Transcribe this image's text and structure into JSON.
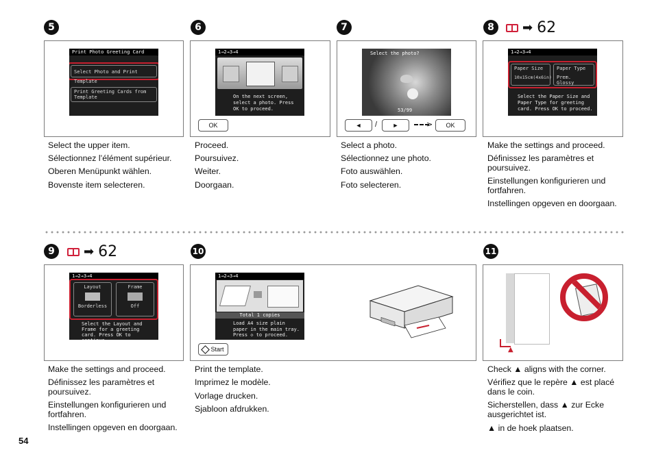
{
  "page_number": "54",
  "ref_page": "62",
  "steps": {
    "s5": {
      "num": "5",
      "lcd": {
        "header": "Print Photo Greeting Card",
        "option1": "Select Photo and Print Template",
        "option2": "Print Greeting Cards from Template"
      },
      "lines": [
        "Select the upper item.",
        "Sélectionnez l’élément supérieur.",
        "Oberen Menüpunkt wählen.",
        "Bovenste item selecteren."
      ]
    },
    "s6": {
      "num": "6",
      "lcd": {
        "header": "1→2→3→4",
        "text": "On the next screen, select a photo. Press OK to proceed."
      },
      "button": "OK",
      "lines": [
        "Proceed.",
        "Poursuivez.",
        "Weiter.",
        "Doorgaan."
      ]
    },
    "s7": {
      "num": "7",
      "lcd": {
        "header": "Select the photo?",
        "counter": "53/99"
      },
      "buttons": {
        "left": "◄",
        "slash": "/",
        "right": "►",
        "ok": "OK"
      },
      "lines": [
        "Select a photo.",
        "Sélectionnez une photo.",
        "Foto auswählen.",
        "Foto selecteren."
      ]
    },
    "s8": {
      "num": "8",
      "lcd": {
        "header": "1→2→3→4",
        "size_label": "Paper Size",
        "size_value": "10x15cm(4x6in)",
        "type_label": "Paper Type",
        "type_value": "Prem. Glossy",
        "text": "Select the Paper Size and Paper Type for greeting card. Press OK to proceed."
      },
      "lines": [
        "Make the settings and proceed.",
        "Définissez les paramètres et poursuivez.",
        "Einstellungen konfigurieren und fortfahren.",
        "Instellingen opgeven en doorgaan."
      ]
    },
    "s9": {
      "num": "9",
      "lcd": {
        "header": "1→2→3→4",
        "layout_label": "Layout",
        "layout_value": "Borderless",
        "frame_label": "Frame",
        "frame_value": "Off",
        "text": "Select the Layout and Frame for a greeting card. Press OK to continue."
      },
      "lines": [
        "Make the settings and proceed.",
        "Définissez les paramètres et poursuivez.",
        "Einstellungen konfigurieren und fortfahren.",
        "Instellingen opgeven en doorgaan."
      ]
    },
    "s10": {
      "num": "10",
      "lcd": {
        "header": "1→2→3→4",
        "copies": "Total 1 copies",
        "text": "Load A4 size plain paper in the main tray. Press ◇ to proceed."
      },
      "button": "Start",
      "lines": [
        "Print the template.",
        "Imprimez le modèle.",
        "Vorlage drucken.",
        "Sjabloon afdrukken."
      ]
    },
    "s11": {
      "num": "11",
      "lines": [
        "Check ▲ aligns with the corner.",
        "Vérifiez que le repère ▲ est placé dans le coin.",
        "Sicherstellen, dass ▲ zur Ecke ausgerichtet ist.",
        "▲ in de hoek plaatsen."
      ]
    }
  }
}
